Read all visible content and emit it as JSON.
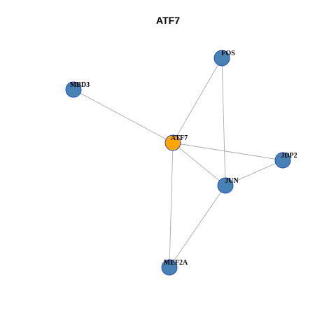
{
  "title": "ATF7",
  "colors": {
    "hub_fill": "#FFA500",
    "node_fill": "#4682B4",
    "node_stroke": "#1E3FCC",
    "edge": "#AAAAAA"
  },
  "nodes": [
    {
      "id": "ATF7",
      "label": "ATF7",
      "type": "hub"
    },
    {
      "id": "FOS",
      "label": "FOS",
      "type": "neighbor"
    },
    {
      "id": "MBD3",
      "label": "MBD3",
      "type": "neighbor"
    },
    {
      "id": "JDP2",
      "label": "JDP2",
      "type": "neighbor"
    },
    {
      "id": "JUN",
      "label": "JUN",
      "type": "neighbor"
    },
    {
      "id": "MEF2A",
      "label": "MEF2A",
      "type": "neighbor"
    }
  ],
  "edges": [
    {
      "source": "ATF7",
      "target": "FOS"
    },
    {
      "source": "ATF7",
      "target": "MBD3"
    },
    {
      "source": "ATF7",
      "target": "JDP2"
    },
    {
      "source": "ATF7",
      "target": "JUN"
    },
    {
      "source": "ATF7",
      "target": "MEF2A"
    },
    {
      "source": "FOS",
      "target": "JUN"
    },
    {
      "source": "JUN",
      "target": "JDP2"
    },
    {
      "source": "JUN",
      "target": "MEF2A"
    }
  ]
}
